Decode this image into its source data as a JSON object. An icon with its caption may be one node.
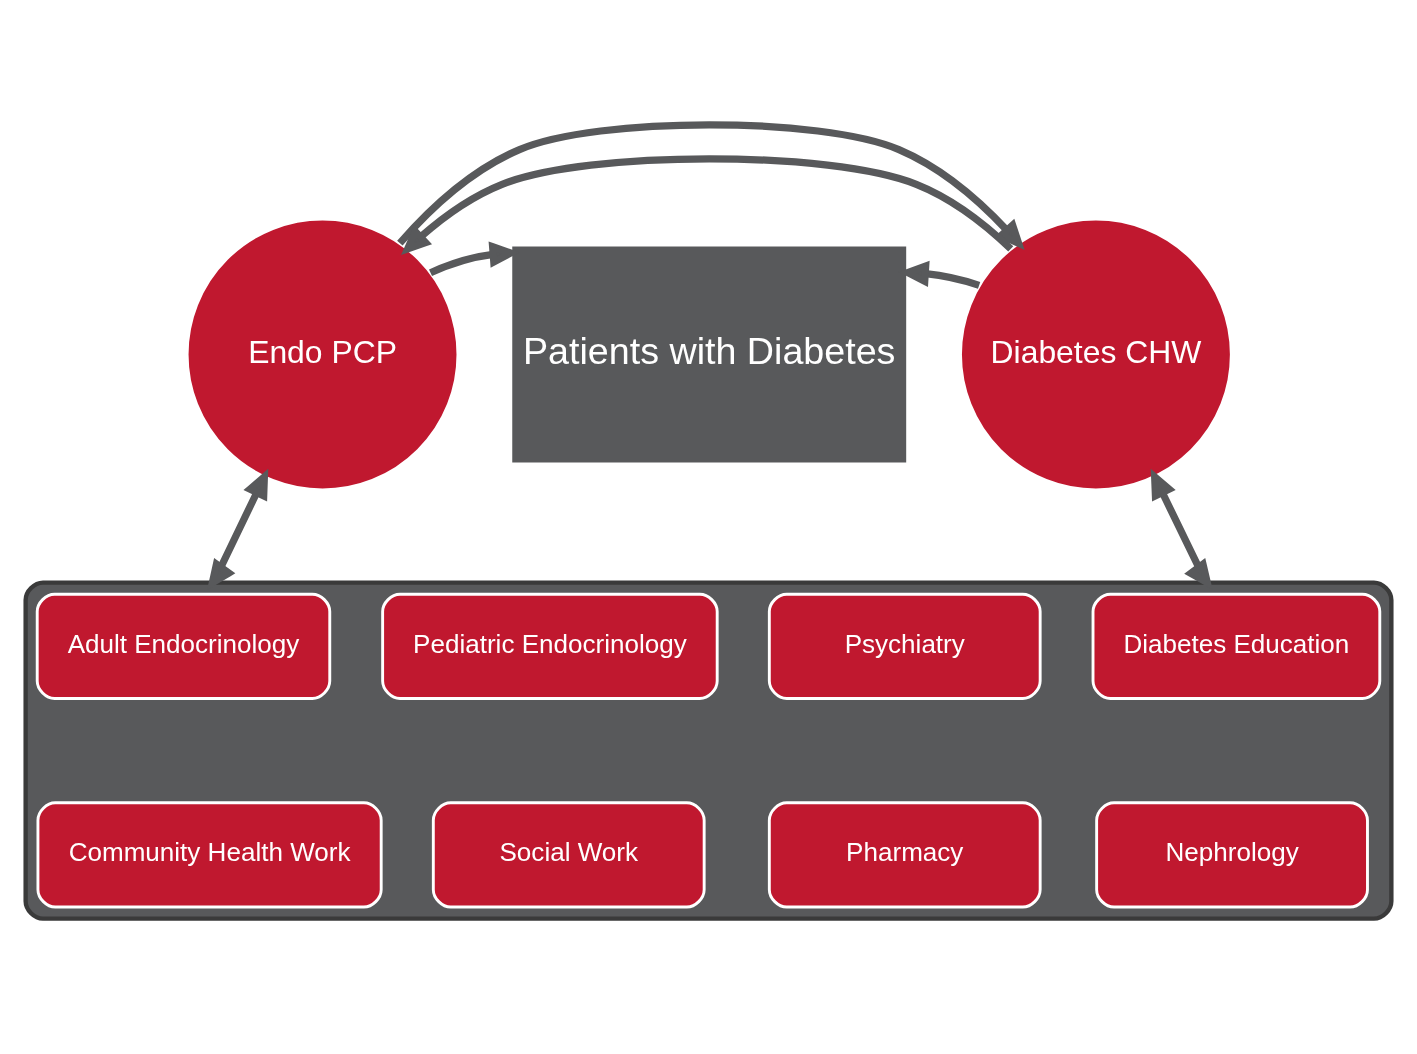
{
  "diagram": {
    "nodes": [
      {
        "text": [
          "Endo PCP"
        ]
      },
      {
        "text": [
          "Patients with Diabetes"
        ]
      },
      {
        "text": [
          "Diabetes CHW"
        ]
      },
      {
        "text": [],
        "shape": "box"
      },
      {
        "text": [
          "Adult Endocrinology"
        ],
        "in": 3
      },
      {
        "text": [
          "Pediatric Endocrinology"
        ],
        "in": 3
      },
      {
        "text": [
          "Psychiatry"
        ],
        "in": 3
      },
      {
        "text": [
          "Diabetes Education"
        ],
        "in": 3
      },
      {
        "text": [
          "Community Health Work"
        ],
        "in": 3
      },
      {
        "text": [
          "Social Work"
        ],
        "in": 3
      },
      {
        "text": [
          "Pharmacy"
        ],
        "in": 3
      },
      {
        "text": [
          "Nephrology"
        ],
        "in": 3
      }
    ],
    "edges": [
      {
        "from": 2,
        "to": 0,
        "arrow": "to"
      },
      {
        "from": 0,
        "to": 1,
        "arrow": "to"
      },
      {
        "from": 2,
        "to": 1,
        "arrow": "to"
      },
      {
        "from": 0,
        "to": 2,
        "arrow": "to"
      },
      {
        "from": 0,
        "to": 3,
        "arrow": "both"
      },
      {
        "from": 2,
        "to": 3,
        "arrow": "both"
      }
    ]
  }
}
